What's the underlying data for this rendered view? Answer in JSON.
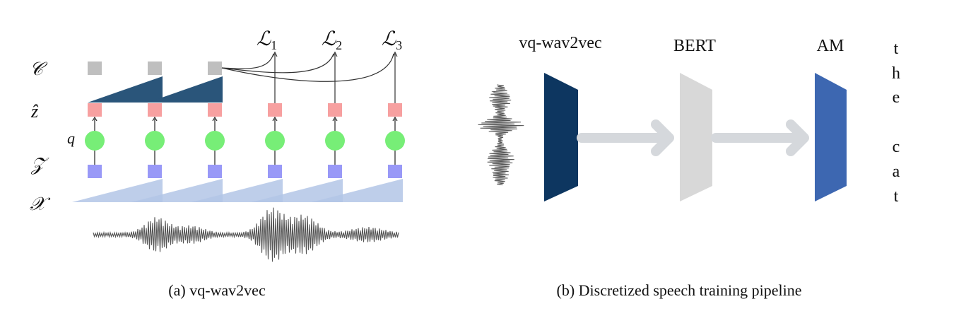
{
  "panel_a": {
    "row_labels": {
      "c": "𝒞",
      "z_hat": "ẑ",
      "z": "𝒵",
      "x": "𝒳"
    },
    "quantizer_label": "q",
    "loss_labels": [
      {
        "base": "ℒ",
        "sub": "1"
      },
      {
        "base": "ℒ",
        "sub": "2"
      },
      {
        "base": "ℒ",
        "sub": "3"
      }
    ],
    "caption": "(a) vq-wav2vec"
  },
  "panel_b": {
    "stages": [
      {
        "label": "vq-wav2vec",
        "color": "#0d3660"
      },
      {
        "label": "BERT",
        "color": "#d8d8d8"
      },
      {
        "label": "AM",
        "color": "#3d67b1"
      }
    ],
    "output_chars": [
      "t",
      "h",
      "e",
      "",
      "c",
      "a",
      "t"
    ],
    "caption": "(b) Discretized speech training pipeline"
  },
  "colors": {
    "context_gray": "#bfbfbf",
    "context_net": "#2a557a",
    "z_hat_pink": "#f7a0a0",
    "quantizer_green": "#77ee77",
    "z_blue": "#9999f7",
    "encoder_light": "#b3c6e6",
    "arrow_gray": "#d5d8dc",
    "waveform": "#555555"
  }
}
